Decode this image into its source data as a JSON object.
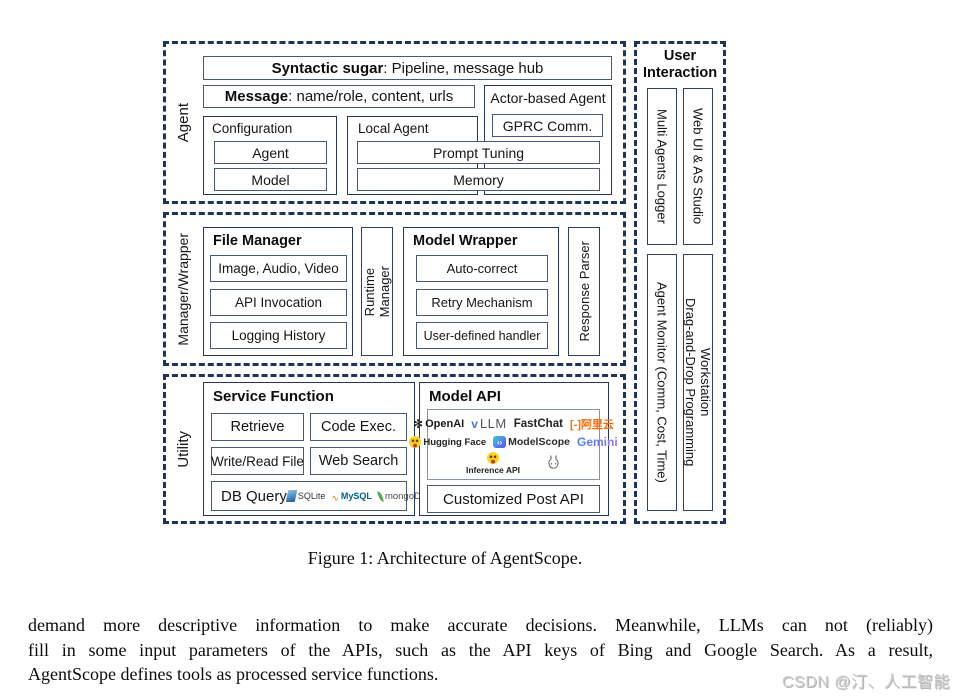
{
  "colors": {
    "dashed_border": "#1e345c",
    "box_border": "#24375f",
    "inner_border": "#49587a",
    "aliyun_orange": "#ff6a00",
    "huggingface_yellow": "#ffd21e",
    "gemini_gradient_start": "#4285f4",
    "gemini_gradient_end": "#9b72f9",
    "mongodb_green": "#58aa50",
    "sqlite_blue": "#1b5c9e",
    "mysql_blue": "#00618a",
    "watermark_gray": "#cccccc"
  },
  "figure": {
    "caption": "Figure 1: Architecture of AgentScope.",
    "agent": {
      "label": "Agent",
      "syntactic_bold": "Syntactic sugar",
      "syntactic_rest": ": Pipeline, message hub",
      "message_bold": "Message",
      "message_rest": ": name/role, content, urls",
      "actor_based": "Actor-based Agent",
      "gprc": "GPRC Comm.",
      "configuration": "Configuration",
      "config_items": [
        "Agent",
        "Model"
      ],
      "local_agent": "Local Agent",
      "prompt_tuning": "Prompt Tuning",
      "memory": "Memory"
    },
    "manager": {
      "label": "Manager/Wrapper",
      "file_manager_title": "File Manager",
      "file_manager_items": [
        "Image, Audio, Video",
        "API Invocation",
        "Logging History"
      ],
      "runtime_manager_lines": [
        "Runtime",
        "Manager"
      ],
      "model_wrapper_title": "Model Wrapper",
      "model_wrapper_items": [
        "Auto-correct",
        "Retry Mechanism",
        "User-defined handler"
      ],
      "response_parser": "Response Parser"
    },
    "utility": {
      "label": "Utility",
      "service_function_title": "Service Function",
      "service_items": [
        "Retrieve",
        "Code Exec.",
        "Write/Read File",
        "Web Search"
      ],
      "db_query": "DB Query",
      "db_logos": [
        {
          "icon": "sqlite-icon",
          "label": "SQLite"
        },
        {
          "icon": "mysql-icon",
          "label": "MySQL"
        },
        {
          "icon": "mongodb-icon",
          "label": "mongoDB"
        }
      ],
      "model_api_title": "Model API",
      "providers": {
        "openai": "OpenAI",
        "vllm_v": "v",
        "vllm_rest": "LLM",
        "fastchat": "FastChat",
        "aliyun": "[-]阿里云",
        "huggingface": "Hugging Face",
        "modelscope": "ModelScope",
        "gemini": "Gemini",
        "inference_api": "Inference API"
      },
      "customized_post_api": "Customized Post API"
    },
    "user_interaction": {
      "title": "User Interaction",
      "items": [
        "Multi Agents Logger",
        "Web UI & AS Studio",
        "Agent Monitor (Comm, Cost, Time)"
      ],
      "workstation_lines": [
        "Drag-and-Drop Programming",
        "Workstation"
      ]
    }
  },
  "body": {
    "lines": [
      "demand more descriptive information to make accurate decisions.  Meanwhile, LLMs can not (reliably)",
      "fill in some input parameters of the APIs, such as the API keys of Bing and Google Search.  As a result,",
      "AgentScope defines tools as processed service functions."
    ]
  },
  "watermark": "CSDN @汀、人工智能"
}
